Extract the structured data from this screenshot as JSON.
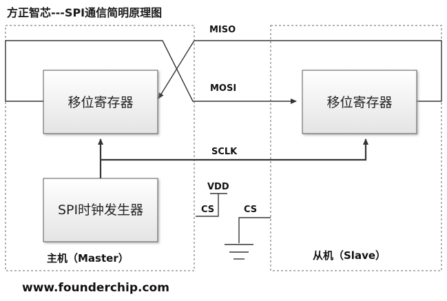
{
  "title": "方正智芯---SPI通信简明原理图",
  "signals": {
    "miso": "MISO",
    "mosi": "MOSI",
    "sclk": "SCLK",
    "vdd": "VDD",
    "cs_master": "CS",
    "cs_slave": "CS"
  },
  "blocks": {
    "master_shift_register": "移位寄存器",
    "slave_shift_register": "移位寄存器",
    "clock_generator": "SPI时钟发生器"
  },
  "regions": {
    "master_label": "主机（Master）",
    "slave_label": "从机（Slave）"
  },
  "footer": {
    "website": "www.founderchip.com"
  },
  "colors": {
    "box_fill_top": "#ffffff",
    "box_fill_bottom": "#e6e6e6",
    "line": "#333333"
  }
}
